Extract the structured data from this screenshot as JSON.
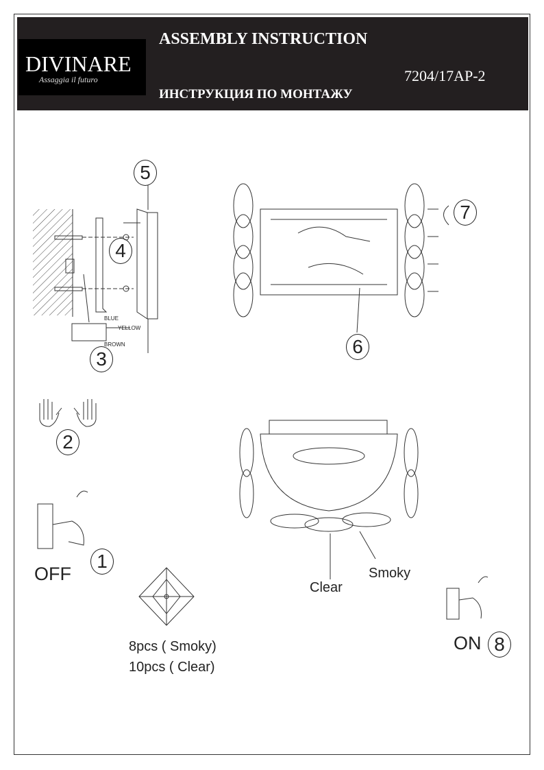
{
  "header": {
    "brand": "DIVINARE",
    "brand_tagline": "Assaggia il futuro",
    "title_en": "ASSEMBLY INSTRUCTION",
    "title_ru": "ИНСТРУКЦИЯ ПО МОНТАЖУ",
    "model": "7204/17AP-2"
  },
  "steps": {
    "s1": "1",
    "s2": "2",
    "s3": "3",
    "s4": "4",
    "s5": "5",
    "s6": "6",
    "s7": "7",
    "s8": "8"
  },
  "wires": {
    "blue": "BLUE",
    "yellow": "YELLOW",
    "brown": "BROWN"
  },
  "labels": {
    "off": "OFF",
    "on": "ON",
    "clear": "Clear",
    "smoky": "Smoky",
    "pcs_smoky": "8pcs ( Smoky)",
    "pcs_clear": "10pcs ( Clear)"
  }
}
